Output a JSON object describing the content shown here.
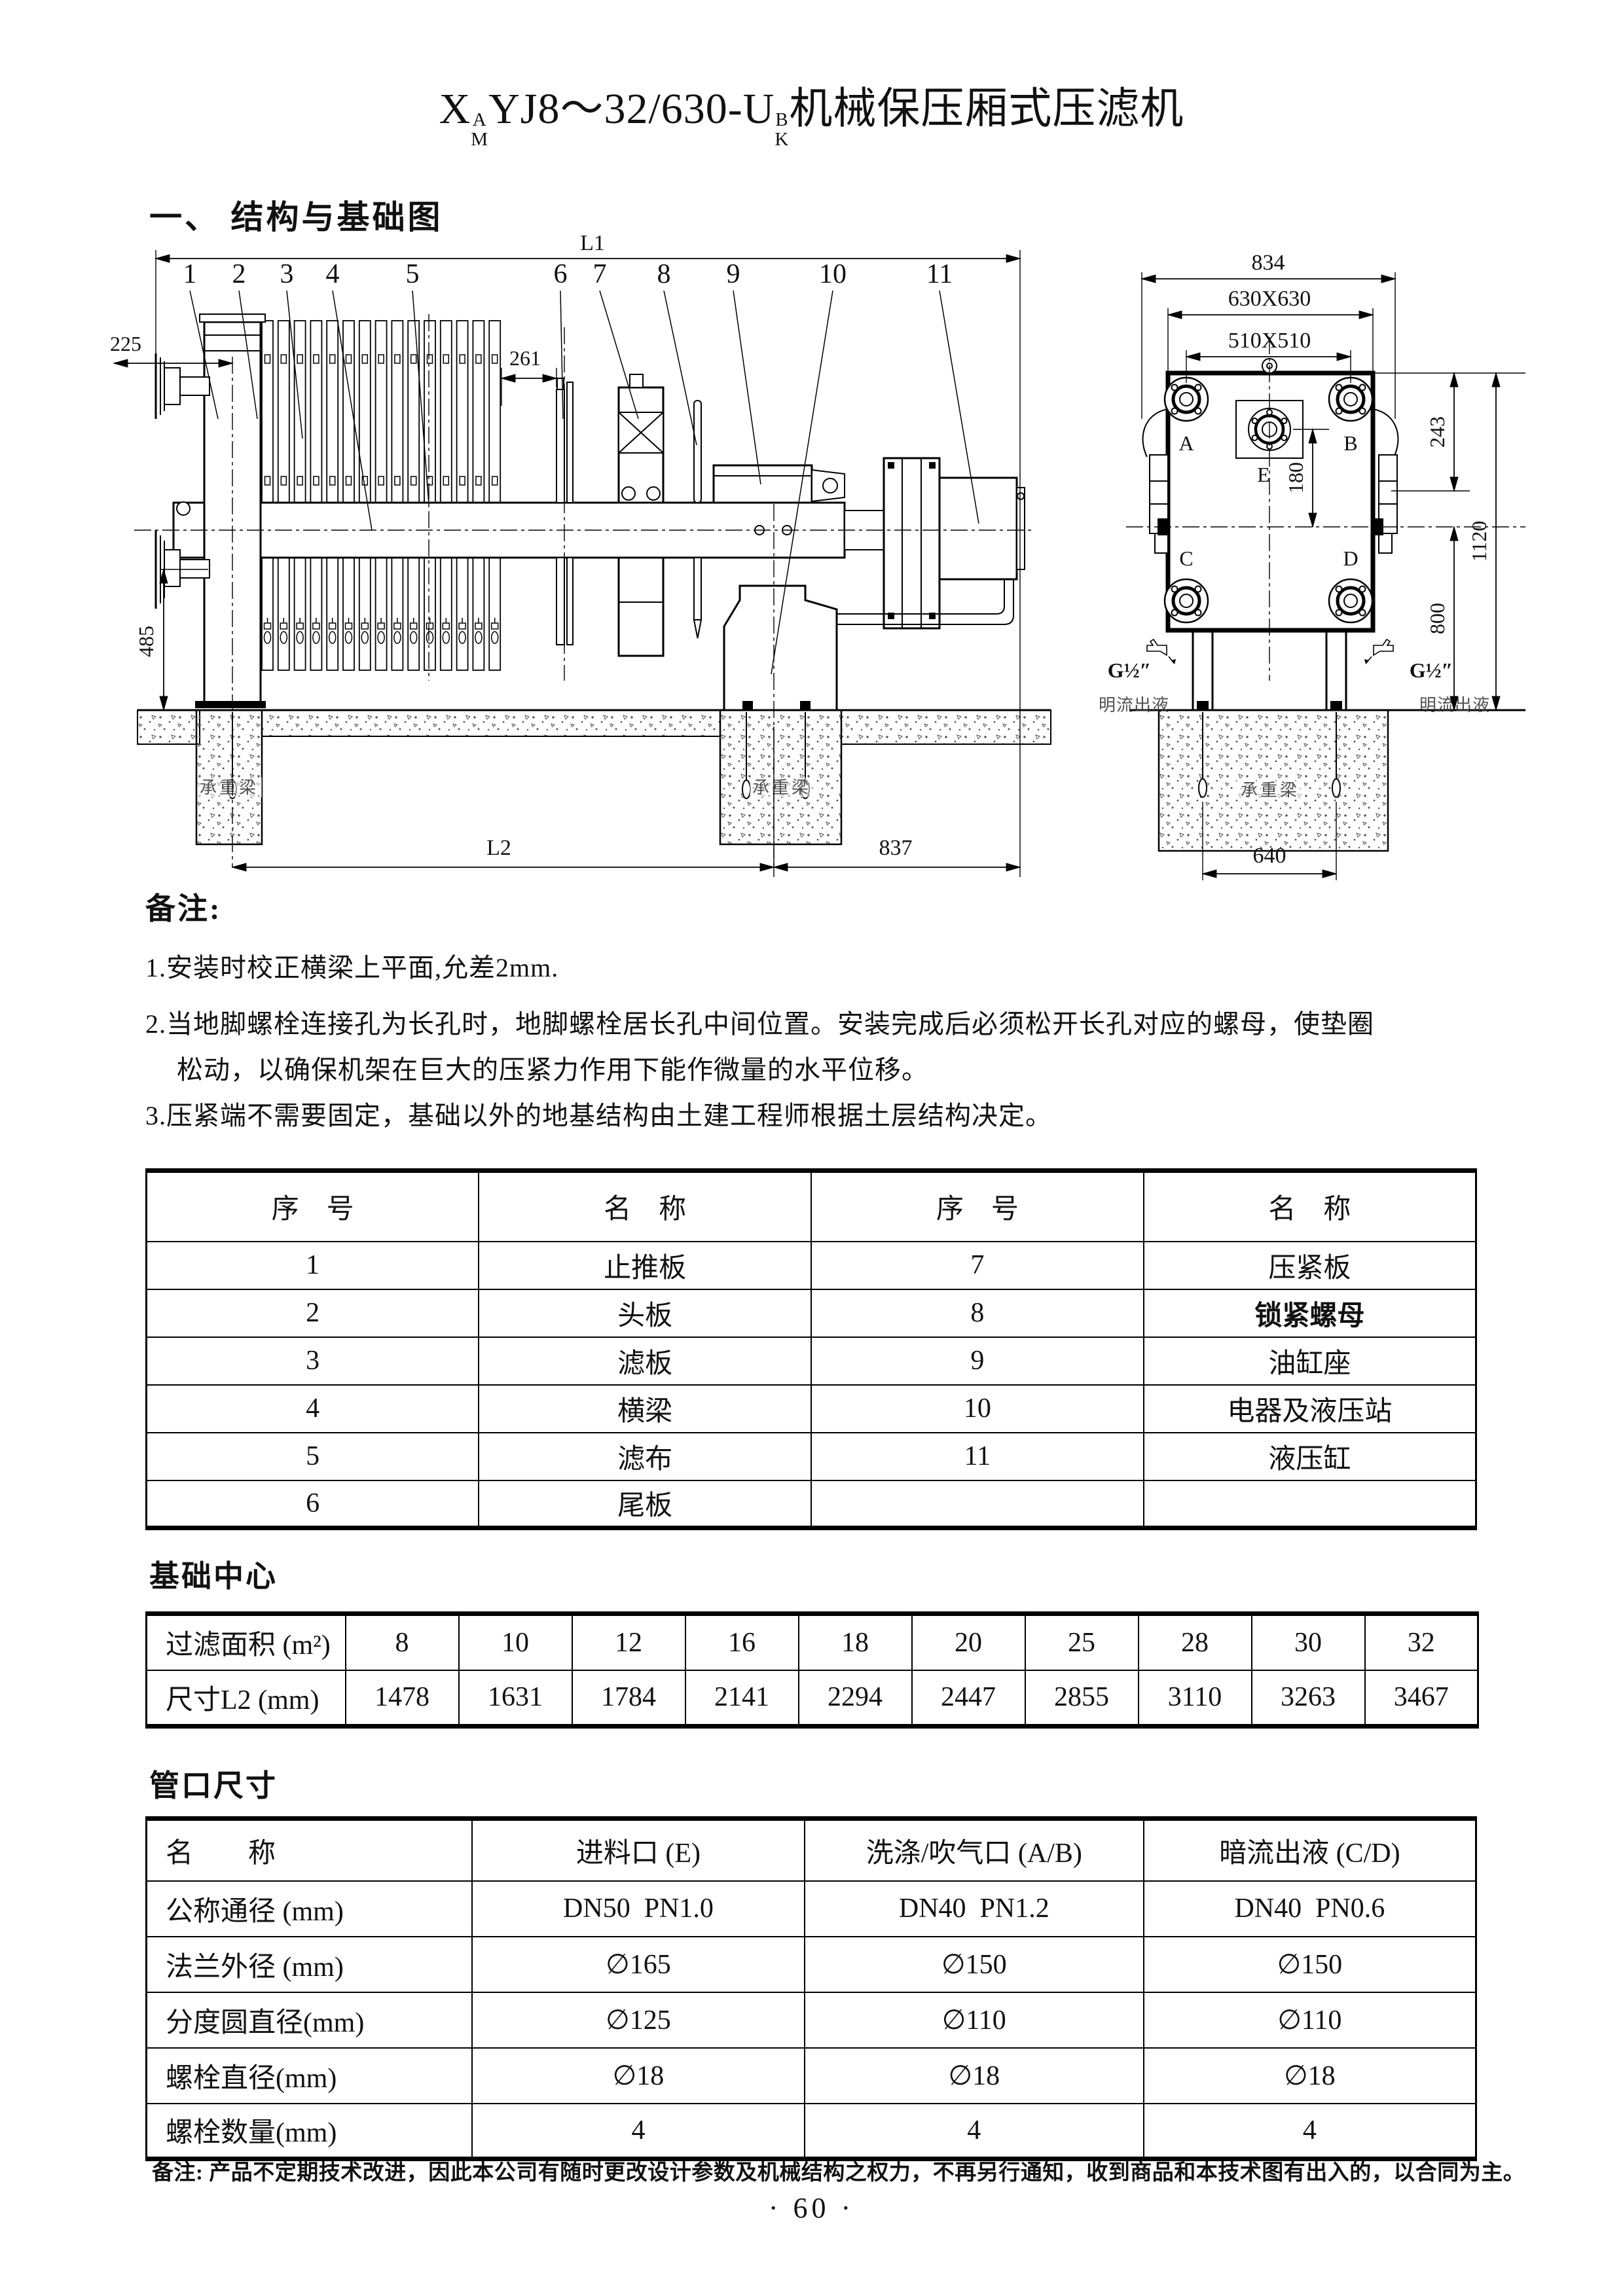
{
  "header": {
    "title": {
      "p1": "X",
      "sup1": "A",
      "sub1": "M",
      "p2": "YJ8～32/630-U",
      "sup2": "B",
      "sub2": "K",
      "p3": "机械保压厢式压滤机"
    },
    "section_heading": "一、 结构与基础图"
  },
  "drawing_left": {
    "dim_l1": "L1",
    "dim_225": "225",
    "dim_261": "261",
    "dim_485": "485",
    "dim_l2": "L2",
    "dim_837": "837",
    "callouts": [
      "1",
      "2",
      "3",
      "4",
      "5",
      "6",
      "7",
      "8",
      "9",
      "10",
      "11"
    ],
    "foundation_label_left": "承重梁",
    "foundation_label_mid": "承重梁"
  },
  "drawing_right": {
    "dim_834": "834",
    "dim_630x630": "630X630",
    "dim_510x510": "510X510",
    "dim_243": "243",
    "dim_180": "180",
    "dim_1120": "1120",
    "dim_800": "800",
    "dim_640": "640",
    "flange_a": "A",
    "flange_b": "B",
    "flange_c": "C",
    "flange_d": "D",
    "flange_e": "E",
    "g_left": "G½″",
    "g_right": "G½″",
    "outflow_left": "明流出液",
    "outflow_right": "明流出液",
    "foundation_label": "承重梁"
  },
  "notes": {
    "heading": "备注:",
    "line1": "1.安装时校正横梁上平面,允差2mm.",
    "line2": "2.当地脚螺栓连接孔为长孔时，地脚螺栓居长孔中间位置。安装完成后必须松开长孔对应的螺母，使垫圈",
    "line3": "松动，以确保机架在巨大的压紧力作用下能作微量的水平位移。",
    "line4": "3.压紧端不需要固定，基础以外的地基结构由土建工程师根据土层结构决定。"
  },
  "parts_table": {
    "headers": [
      "序　号",
      "名　称",
      "序　号",
      "名　称"
    ],
    "rows": [
      [
        "1",
        "止推板",
        "7",
        "压紧板"
      ],
      [
        "2",
        "头板",
        "8",
        "锁紧螺母"
      ],
      [
        "3",
        "滤板",
        "9",
        "油缸座"
      ],
      [
        "4",
        "横梁",
        "10",
        "电器及液压站"
      ],
      [
        "5",
        "滤布",
        "11",
        "液压缸"
      ],
      [
        "6",
        "尾板",
        "",
        ""
      ]
    ]
  },
  "foundation_section": {
    "heading": "基础中心",
    "area_label": "过滤面积 (m²)",
    "l2_label": "尺寸L2 (mm)",
    "areas": [
      "8",
      "10",
      "12",
      "16",
      "18",
      "20",
      "25",
      "28",
      "30",
      "32"
    ],
    "l2_values": [
      "1478",
      "1631",
      "1784",
      "2141",
      "2294",
      "2447",
      "2855",
      "3110",
      "3263",
      "3467"
    ]
  },
  "pipe_section": {
    "heading": "管口尺寸",
    "headers": [
      "名　　称",
      "进料口 (E)",
      "洗涤/吹气口 (A/B)",
      "暗流出液 (C/D)"
    ],
    "rows": [
      [
        "公称通径 (mm)",
        "DN50  PN1.0",
        "DN40  PN1.2",
        "DN40  PN0.6"
      ],
      [
        "法兰外径 (mm)",
        "∅165",
        "∅150",
        "∅150"
      ],
      [
        "分度圆直径(mm)",
        "∅125",
        "∅110",
        "∅110"
      ],
      [
        "螺栓直径(mm)",
        "∅18",
        "∅18",
        "∅18"
      ],
      [
        "螺栓数量(mm)",
        "4",
        "4",
        "4"
      ]
    ]
  },
  "footer": {
    "note": "备注: 产品不定期技术改进，因此本公司有随时更改设计参数及机械结构之权力，不再另行通知，收到商品和本技术图有出入的，以合同为主。",
    "page_number": "· 60 ·"
  }
}
